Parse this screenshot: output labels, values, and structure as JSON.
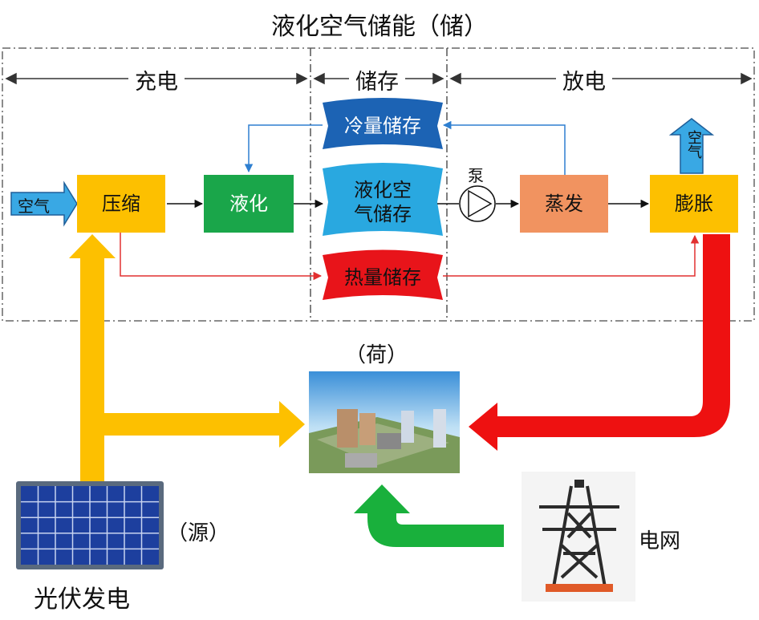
{
  "title": "液化空气储能（储）",
  "sections": {
    "charge": "充电",
    "storage": "储存",
    "discharge": "放电"
  },
  "nodes": {
    "air_in": "空气",
    "compress": "压缩",
    "liquefy": "液化",
    "cold_storage": "冷量储存",
    "liquid_air_storage": "液化空\n气储存",
    "heat_storage": "热量储存",
    "pump": "泵",
    "evaporate": "蒸发",
    "expand": "膨胀",
    "air_out": "空气"
  },
  "load_label": "（荷）",
  "source_label": "（源）",
  "pv_label": "光伏发电",
  "grid_label": "电网",
  "colors": {
    "orange_box": "#fdc000",
    "green_box": "#1aa64a",
    "salmon_box": "#f19360",
    "cold_tank": "#1c63b4",
    "liquid_tank": "#29a8e0",
    "heat_tank": "#e8141a",
    "blue_line": "#2e7fd0",
    "red_line": "#e23030",
    "yellow_arrow": "#fdc000",
    "red_arrow": "#ee1111",
    "green_arrow": "#19b03c"
  }
}
